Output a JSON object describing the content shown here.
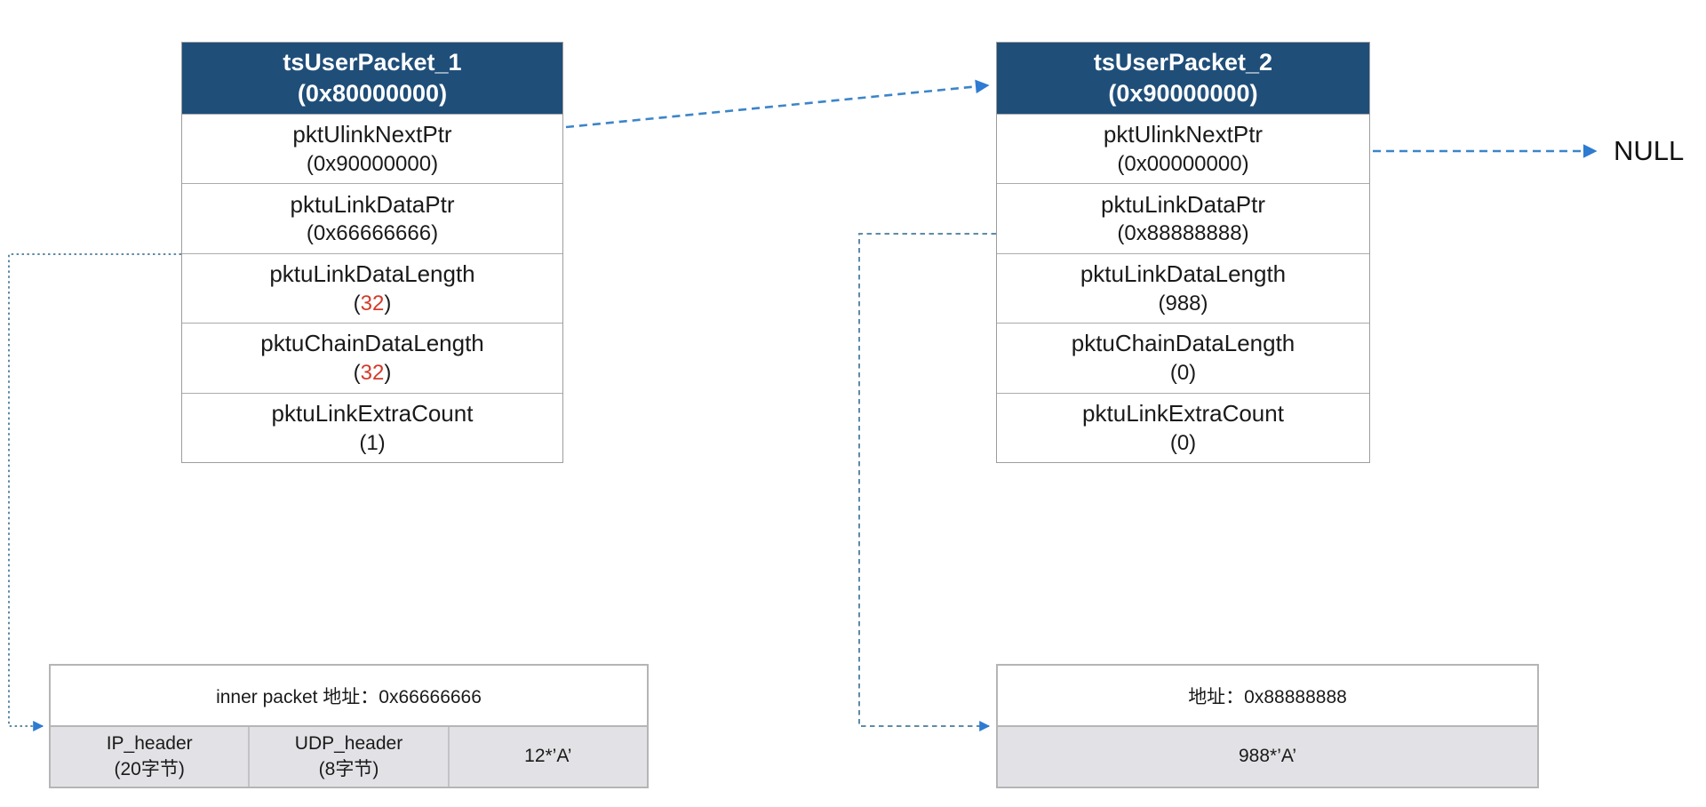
{
  "diagram": {
    "null_label": "NULL",
    "packets": [
      {
        "title": "tsUserPacket_1",
        "address": "(0x80000000)",
        "fields": [
          {
            "name": "pktUlinkNextPtr",
            "pre": "(",
            "val": "0x90000000",
            "post": ")",
            "highlight": false
          },
          {
            "name": "pktuLinkDataPtr",
            "pre": "(",
            "val": "0x66666666",
            "post": ")",
            "highlight": false
          },
          {
            "name": "pktuLinkDataLength",
            "pre": "(",
            "val": "32",
            "post": ")",
            "highlight": true
          },
          {
            "name": "pktuChainDataLength",
            "pre": "(",
            "val": "32",
            "post": ")",
            "highlight": true
          },
          {
            "name": "pktuLinkExtraCount",
            "pre": "(",
            "val": "1",
            "post": ")",
            "highlight": false
          }
        ]
      },
      {
        "title": "tsUserPacket_2",
        "address": "(0x90000000)",
        "fields": [
          {
            "name": "pktUlinkNextPtr",
            "pre": "(",
            "val": "0x00000000",
            "post": ")",
            "highlight": false
          },
          {
            "name": "pktuLinkDataPtr",
            "pre": "(",
            "val": "0x88888888",
            "post": ")",
            "highlight": false
          },
          {
            "name": "pktuLinkDataLength",
            "pre": "(",
            "val": "988",
            "post": ")",
            "highlight": false
          },
          {
            "name": "pktuChainDataLength",
            "pre": "(",
            "val": "0",
            "post": ")",
            "highlight": false
          },
          {
            "name": "pktuLinkExtraCount",
            "pre": "(",
            "val": "0",
            "post": ")",
            "highlight": false
          }
        ]
      }
    ],
    "buffers": [
      {
        "header": "inner packet 地址：0x66666666",
        "cells": [
          {
            "line1": "IP_header",
            "line2": "(20字节)"
          },
          {
            "line1": "UDP_header",
            "line2": "(8字节)"
          },
          {
            "line1": "12*’A’",
            "line2": ""
          }
        ]
      },
      {
        "header": "地址：0x88888888",
        "cells": [
          {
            "line1": "988*’A’",
            "line2": ""
          }
        ]
      }
    ],
    "colors": {
      "header_bg": "#1F4E79",
      "header_text": "#FFFFFF",
      "highlight_value": "#D23B2A",
      "pointer_arrow_blue": "#3C85C9",
      "data_arrow_steel": "#5F8BA6",
      "arrowhead_blue": "#2E7BD2",
      "buffer_row_gray": "#E2E2E6"
    }
  }
}
